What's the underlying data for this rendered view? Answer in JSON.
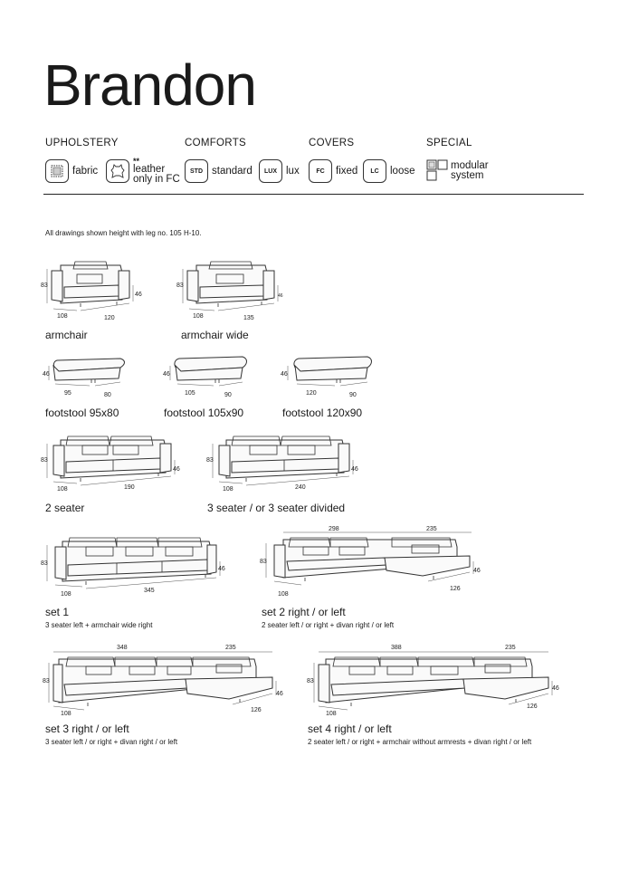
{
  "title": "Brandon",
  "categories": {
    "upholstery": "UPHOLSTERY",
    "comforts": "COMFORTS",
    "covers": "COVERS",
    "special": "SPECIAL"
  },
  "legend": {
    "fabric": "fabric",
    "leather_marks": "**",
    "leather_line1": "leather",
    "leather_line2": "only in FC",
    "std_code": "STD",
    "std_label": "standard",
    "lux_code": "LUX",
    "lux_label": "lux",
    "fc_code": "FC",
    "fc_label": "fixed",
    "lc_code": "LC",
    "lc_label": "loose",
    "modular_line1": "modular",
    "modular_line2": "system"
  },
  "note": "All drawings shown height with leg no. 105 H-10.",
  "products": {
    "armchair": {
      "name": "armchair",
      "h": "83",
      "d": "108",
      "w": "120",
      "s": "46"
    },
    "armchair_wide": {
      "name": "armchair wide",
      "h": "83",
      "d": "108",
      "w": "135",
      "s": "46"
    },
    "footstool_95": {
      "name": "footstool 95x80",
      "h": "46",
      "a": "95",
      "b": "80"
    },
    "footstool_105": {
      "name": "footstool 105x90",
      "h": "46",
      "a": "105",
      "b": "90"
    },
    "footstool_120": {
      "name": "footstool 120x90",
      "h": "46",
      "a": "120",
      "b": "90"
    },
    "seater2": {
      "name": "2 seater",
      "h": "83",
      "d": "108",
      "w": "190",
      "s": "46"
    },
    "seater3": {
      "name": "3 seater / or 3 seater divided",
      "h": "83",
      "d": "108",
      "w": "240",
      "s": "46"
    },
    "set1": {
      "name": "set 1",
      "sub": "3 seater left + armchair wide right",
      "h": "83",
      "d": "108",
      "w": "345",
      "s": "46"
    },
    "set2": {
      "name": "set 2 right / or left",
      "sub": "2 seater left / or right + divan right / or left",
      "h": "83",
      "d": "108",
      "w1": "298",
      "w2": "235",
      "s": "46",
      "dv": "126"
    },
    "set3": {
      "name": "set 3 right  / or left",
      "sub": "3 seater left / or right + divan right / or left",
      "h": "83",
      "d": "108",
      "w1": "348",
      "w2": "235",
      "s": "46",
      "dv": "126"
    },
    "set4": {
      "name": "set 4 right / or left",
      "sub": "2 seater left / or right + armchair without armrests + divan right / or left",
      "h": "83",
      "d": "108",
      "w1": "388",
      "w2": "235",
      "s": "46",
      "dv": "126"
    }
  }
}
